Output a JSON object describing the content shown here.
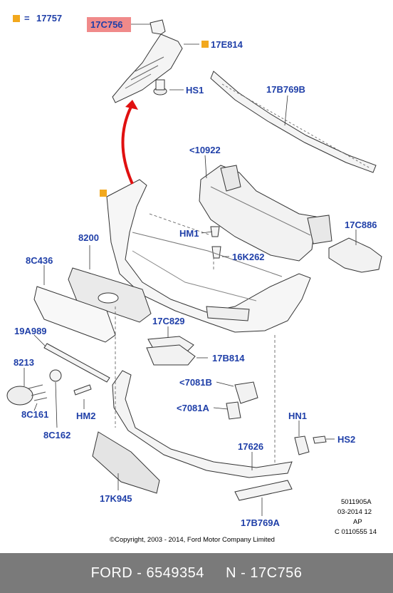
{
  "legend": {
    "symbol": "=",
    "part": "17757"
  },
  "callouts": {
    "c17C756": "17C756",
    "c17E814": "17E814",
    "cHS1": "HS1",
    "c17B769B": "17B769B",
    "c10922": "<10922",
    "cHM1": "HM1",
    "c17C886": "17C886",
    "c16K262": "16K262",
    "c8200": "8200",
    "c8C436": "8C436",
    "c17C829": "17C829",
    "c19A989": "19A989",
    "c17B814": "17B814",
    "c8213": "8213",
    "c7081B": "<7081B",
    "c7081A": "<7081A",
    "c8C161": "8C161",
    "cHM2": "HM2",
    "cHN1": "HN1",
    "cHS2": "HS2",
    "c8C162": "8C162",
    "c17626": "17626",
    "c17K945": "17K945",
    "c17B769A": "17B769A"
  },
  "info": {
    "line1": "5011905A",
    "line2": "03-2014 12",
    "line3": "AP",
    "line4": "C 0110555 14"
  },
  "copyright": "©Copyright, 2003 - 2014, Ford Motor Company Limited",
  "footer": {
    "brand": "FORD - 6549354",
    "part": "N - 17C756"
  },
  "colors": {
    "label": "#1f3fa8",
    "marker": "#f2a81d",
    "highlight": "#f08a8a",
    "arrow": "#e01010",
    "footer_bg": "#7a7a7a"
  }
}
